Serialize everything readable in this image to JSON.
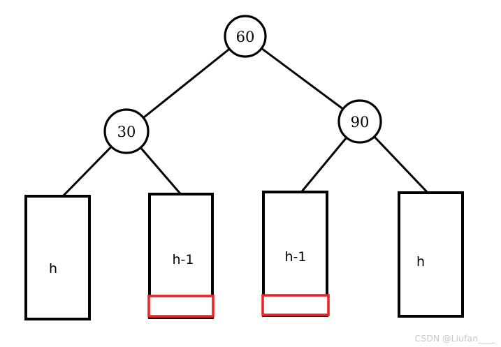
{
  "diagram": {
    "type": "binary-tree",
    "nodes": {
      "root": {
        "label": "60"
      },
      "left": {
        "label": "30"
      },
      "right": {
        "label": "90"
      }
    },
    "subtrees": [
      {
        "label": "h",
        "highlighted": false
      },
      {
        "label": "h-1",
        "highlighted": true
      },
      {
        "label": "h-1",
        "highlighted": true
      },
      {
        "label": "h",
        "highlighted": false
      }
    ],
    "colors": {
      "stroke": "#000000",
      "highlight": "#e8242c",
      "background": "#ffffff",
      "watermark": "#c9c9c9"
    }
  },
  "watermark": {
    "label": "CSDN @Liufan____"
  }
}
